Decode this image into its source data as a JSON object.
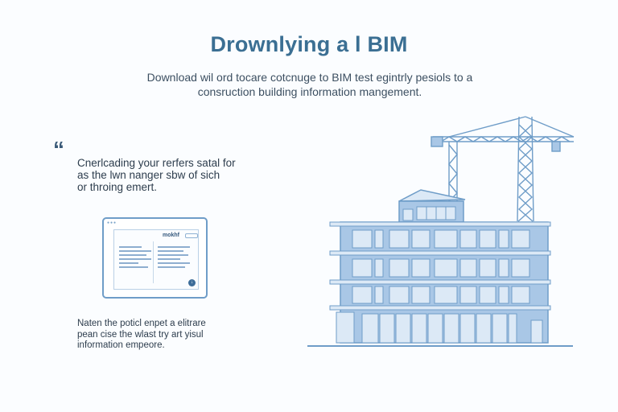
{
  "header": {
    "title": "Drownlying a l BIM",
    "subtitle_line1": "Download wil ord tocare cotcnuge to BIM test egintrly pesiols to a",
    "subtitle_line2": "consruction building information mangement."
  },
  "quote": {
    "mark": "“",
    "line1": "Cnerlcading your rerfers satal for",
    "line2": "as the lwn nanger sbw of sich",
    "line3": "or throing emert."
  },
  "window_preview": {
    "header_label": "mokhf",
    "icon": "window-preview-icon",
    "badge_icon": "download-badge-icon"
  },
  "note": {
    "line1": "Naten the poticl enpet a elitrare",
    "line2": "pean cise the wlast try art yisul",
    "line3": "information empeore."
  },
  "illustration": {
    "subject": "building-under-construction-with-crane",
    "icons": [
      "crane-icon",
      "building-icon"
    ],
    "colors": {
      "fill": "#a9c7e6",
      "stroke": "#6f9dc8",
      "window": "#dce9f6"
    }
  },
  "colors": {
    "title": "#3b6f93",
    "accent": "#6f9dc8",
    "background": "#fbfdff"
  }
}
